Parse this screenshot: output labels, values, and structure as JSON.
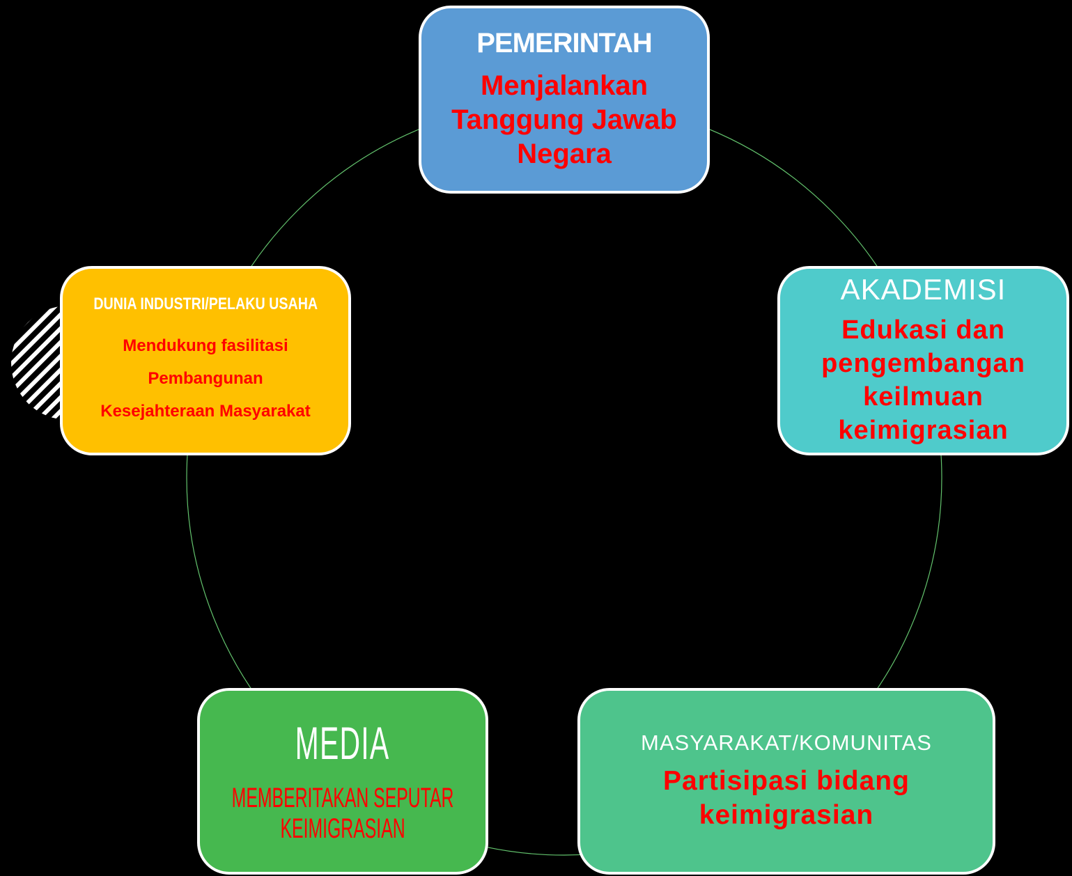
{
  "colors": {
    "background": "#000000",
    "node_border": "#ffffff",
    "title_text": "#ffffff",
    "description_text": "#ff0000",
    "pemerintah_fill": "#5b9bd5",
    "akademisi_fill": "#4fcbcb",
    "masyarakat_fill": "#4ec48c",
    "media_fill": "#46b84f",
    "dunia_fill": "#ffc000",
    "cycle_line": "#63c36d"
  },
  "nodes": {
    "pemerintah": {
      "title": "PEMERINTAH",
      "description": [
        "Menjalankan",
        "Tanggung Jawab",
        "Negara"
      ]
    },
    "akademisi": {
      "title": "AKADEMISI",
      "description": [
        "Edukasi dan",
        "pengembangan",
        "keilmuan",
        "keimigrasian"
      ]
    },
    "masyarakat": {
      "title": "MASYARAKAT/KOMUNITAS",
      "description": [
        "Partisipasi bidang",
        "keimigrasian"
      ]
    },
    "media": {
      "title": "MEDIA",
      "description": [
        "MEMBERITAKAN SEPUTAR",
        "KEIMIGRASIAN"
      ]
    },
    "dunia_industri": {
      "title": "DUNIA INDUSTRI/PELAKU USAHA",
      "description": [
        "Mendukung  fasilitasi",
        "Pembangunan",
        "Kesejahteraan  Masyarakat"
      ]
    }
  }
}
